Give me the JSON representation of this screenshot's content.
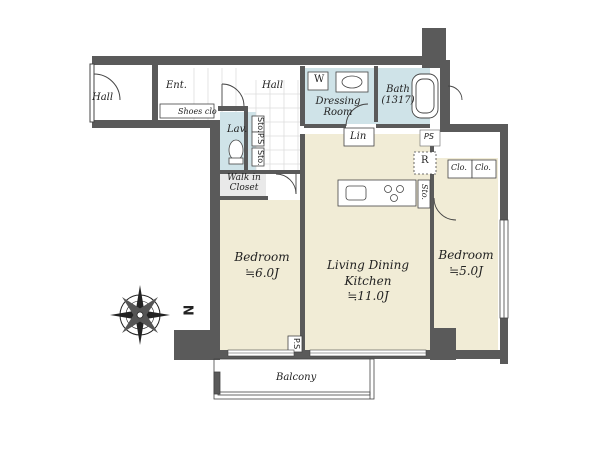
{
  "colors": {
    "wall": "#5a5a5a",
    "bedroom_floor": "#f1ecd6",
    "living_floor": "#f1ecd6",
    "wet_area": "#cfe3e8",
    "entry_tile": "#ffffff",
    "balcony": "#ffffff"
  },
  "labels": {
    "hall_outer": "Hall",
    "entrance": "Ent.",
    "shoes": "Shoes clo",
    "hall_inner": "Hall",
    "washer": "W",
    "dressing": "Dressing\nRoom",
    "bath": "Bath\n(1317)",
    "lavatory": "Lav.",
    "sto_1": "Sto.",
    "ps_1": "P.S",
    "sto_2": "Sto.",
    "walk_in": "Walk in\nCloset",
    "linen": "Lin",
    "ps_2": "PS",
    "refrigerator": "R",
    "sto_kitchen": "Sto.",
    "clo_1": "Clo.",
    "clo_2": "Clo.",
    "bedroom_1": "Bedroom\n≒6.0J",
    "living": "Living Dining\nKitchen\n≒11.0J",
    "bedroom_2": "Bedroom\n≒5.0J",
    "ps_3": "P.S",
    "balcony": "Balcony",
    "north": "N"
  }
}
